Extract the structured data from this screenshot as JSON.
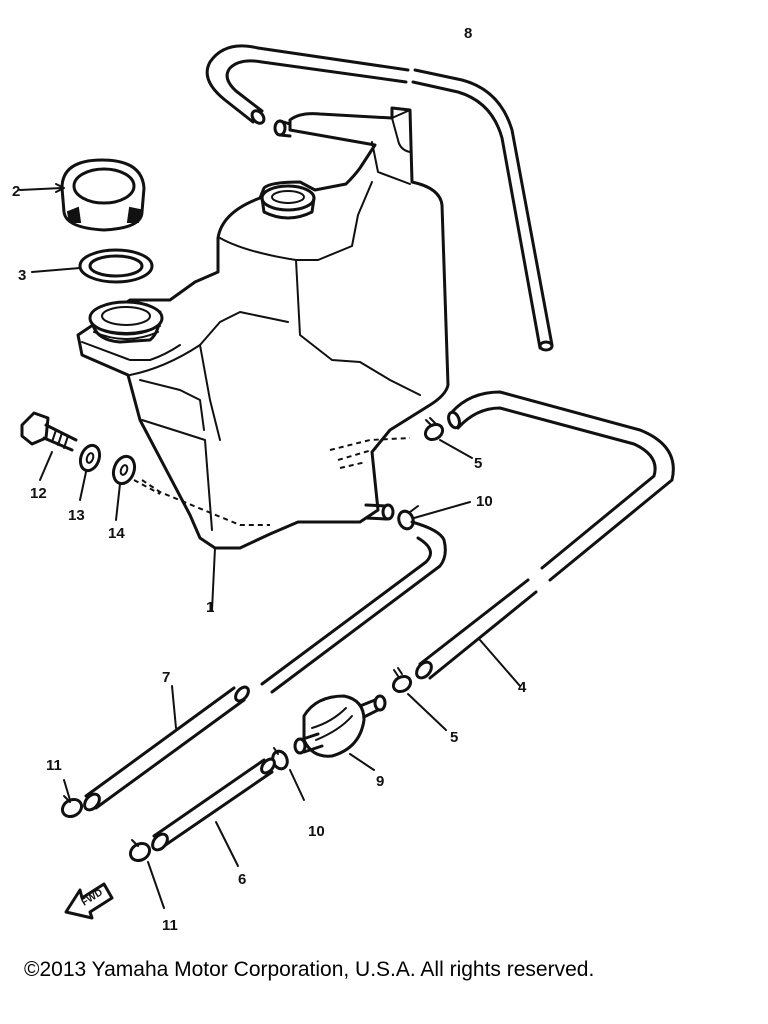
{
  "parts": {
    "p1": "1",
    "p2": "2",
    "p3": "3",
    "p4": "4",
    "p5a": "5",
    "p5b": "5",
    "p6": "6",
    "p7": "7",
    "p8": "8",
    "p9": "9",
    "p10a": "10",
    "p10b": "10",
    "p11a": "11",
    "p11b": "11",
    "p12": "12",
    "p13": "13",
    "p14": "14"
  },
  "fwd_label": "FWD",
  "copyright": "©2013 Yamaha Motor Corporation, U.S.A. All rights reserved."
}
